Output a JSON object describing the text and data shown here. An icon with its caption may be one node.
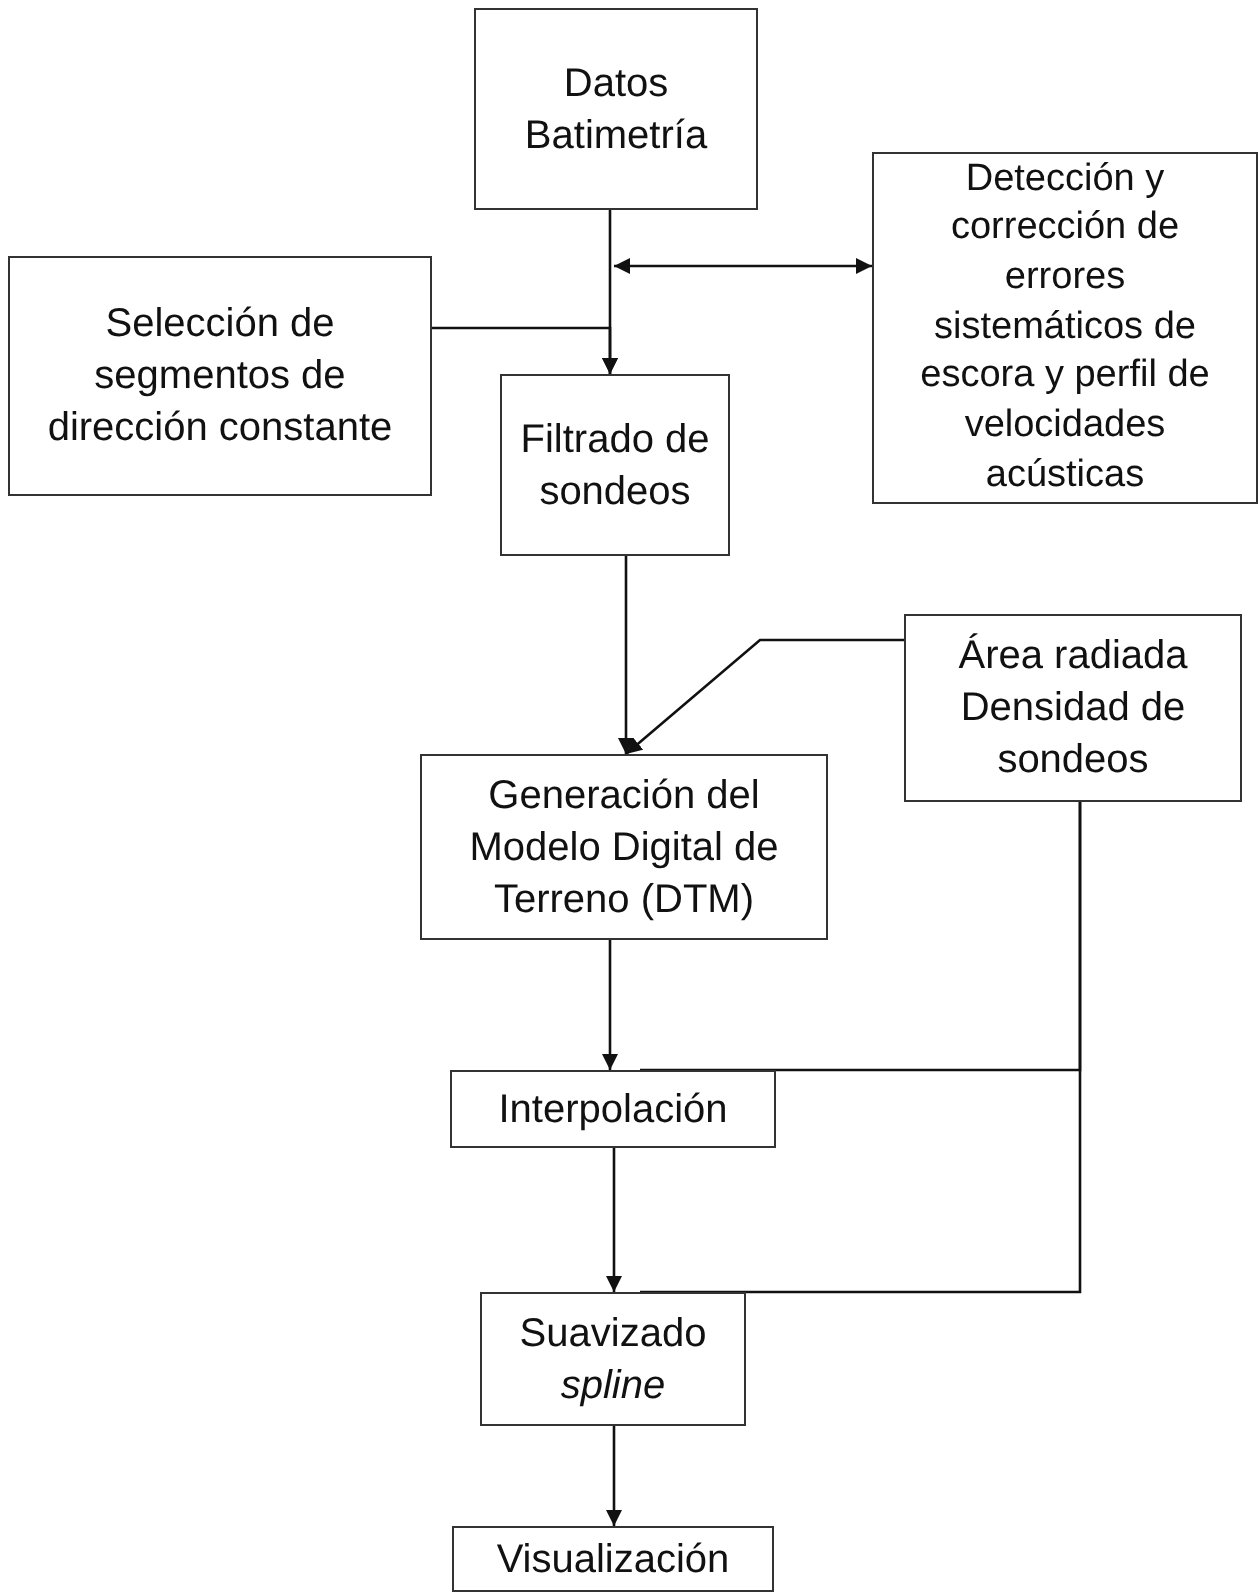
{
  "diagram": {
    "nodes": [
      {
        "text": [
          "Datos Batimetría"
        ]
      },
      {
        "text": [
          "Selección de segmentos de dirección constante"
        ]
      },
      {
        "text": [
          "Detección y corrección de errores sistemáticos de escora y perfil de velocidades acústicas"
        ]
      },
      {
        "text": [
          "Filtrado de sondeos"
        ]
      },
      {
        "text": [
          "Área radiada Densidad de sondeos"
        ]
      },
      {
        "text": [
          "Generación del Modelo Digital de Terreno (DTM)"
        ]
      },
      {
        "text": [
          "Interpolación"
        ]
      },
      {
        "text": [
          "Suavizado *spline*"
        ]
      },
      {
        "text": [
          "Visualización"
        ]
      }
    ],
    "edges": [
      {
        "from": 0,
        "to": 3,
        "arrow": "to"
      },
      {
        "from": null,
        "to": 2,
        "arrow": "both"
      },
      {
        "from": 1,
        "to": 3,
        "arrow": "to"
      },
      {
        "from": 3,
        "to": 5,
        "arrow": "to"
      },
      {
        "from": 4,
        "to": 5,
        "arrow": "to"
      },
      {
        "from": 5,
        "to": 6,
        "arrow": "to"
      },
      {
        "from": 4,
        "to": 6,
        "arrow": "none"
      },
      {
        "from": 6,
        "to": 7,
        "arrow": "to"
      },
      {
        "from": 4,
        "to": 7,
        "arrow": "none"
      },
      {
        "from": 7,
        "to": 8,
        "arrow": "to"
      }
    ]
  }
}
